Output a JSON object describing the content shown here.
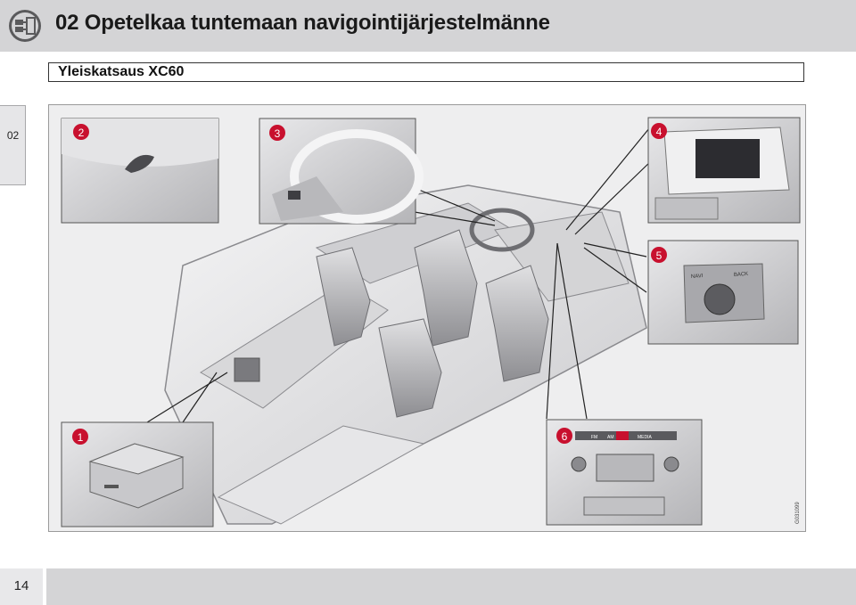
{
  "header": {
    "title": "02 Opetelkaa tuntemaan navigointijärjestelmänne",
    "icon": "navigation-system-icon"
  },
  "section": {
    "title": "Yleiskatsaus XC60"
  },
  "side_tab": {
    "label": "02"
  },
  "figure": {
    "callouts": [
      "1",
      "2",
      "3",
      "4",
      "5",
      "6"
    ],
    "callout_color": "#c8102e",
    "image_code": "G031099",
    "panel5_button_labels": [
      "NAVI",
      "BACK"
    ],
    "panel6_radio_labels": [
      "FM",
      "AM",
      "MEDIA"
    ]
  },
  "footer": {
    "page_number": "14"
  }
}
